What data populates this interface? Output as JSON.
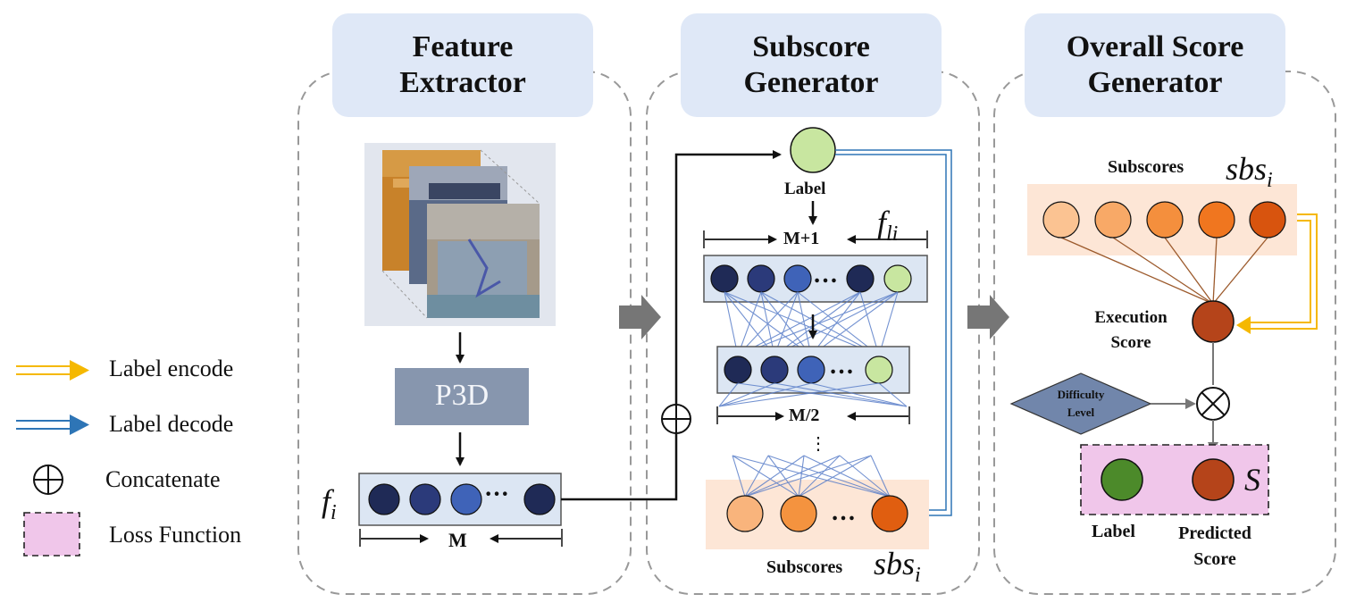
{
  "panels": {
    "feature": {
      "title_line1": "Feature",
      "title_line2": "Extractor"
    },
    "subscore": {
      "title_line1": "Subscore",
      "title_line2": "Generator"
    },
    "overall": {
      "title_line1": "Overall Score",
      "title_line2": "Generator"
    }
  },
  "feature_extractor": {
    "model_label": "P3D",
    "feature_symbol": "f",
    "feature_subscript": "i",
    "dimension_label": "M",
    "ellipsis": "···"
  },
  "subscore_generator": {
    "label_node": "Label",
    "dim_top": "M+1",
    "dim_mid": "M/2",
    "label_feature_symbol": "f",
    "label_feature_subscript": "li",
    "subscores_label": "Subscores",
    "subscores_symbol": "sbs",
    "subscores_subscript": "i",
    "ellipsis": "…",
    "vertical_dots": "⋮"
  },
  "overall_score_generator": {
    "subscores_label": "Subscores",
    "subscores_symbol": "sbs",
    "subscores_subscript": "i",
    "execution_score_line1": "Execution",
    "execution_score_line2": "Score",
    "difficulty_line1": "Difficulty",
    "difficulty_line2": "Level",
    "label": "Label",
    "predicted_line1": "Predicted",
    "predicted_line2": "Score",
    "score_symbol": "S"
  },
  "legend": {
    "encode": "Label encode",
    "decode": "Label decode",
    "concatenate": "Concatenate",
    "loss": "Loss Function"
  },
  "colors": {
    "encode_arrow": "#f5b800",
    "decode_arrow": "#2e75b6",
    "dark_navy": "#1f2a56",
    "mid_navy": "#2b3a7a",
    "blue": "#3f63b8",
    "light_green": "#c8e6a0",
    "title_bg": "#dfe8f7",
    "loss_bg": "#f0c6ea",
    "subscore_bg": "#fde6d6",
    "feature_bar_bg": "#dce6f3"
  }
}
